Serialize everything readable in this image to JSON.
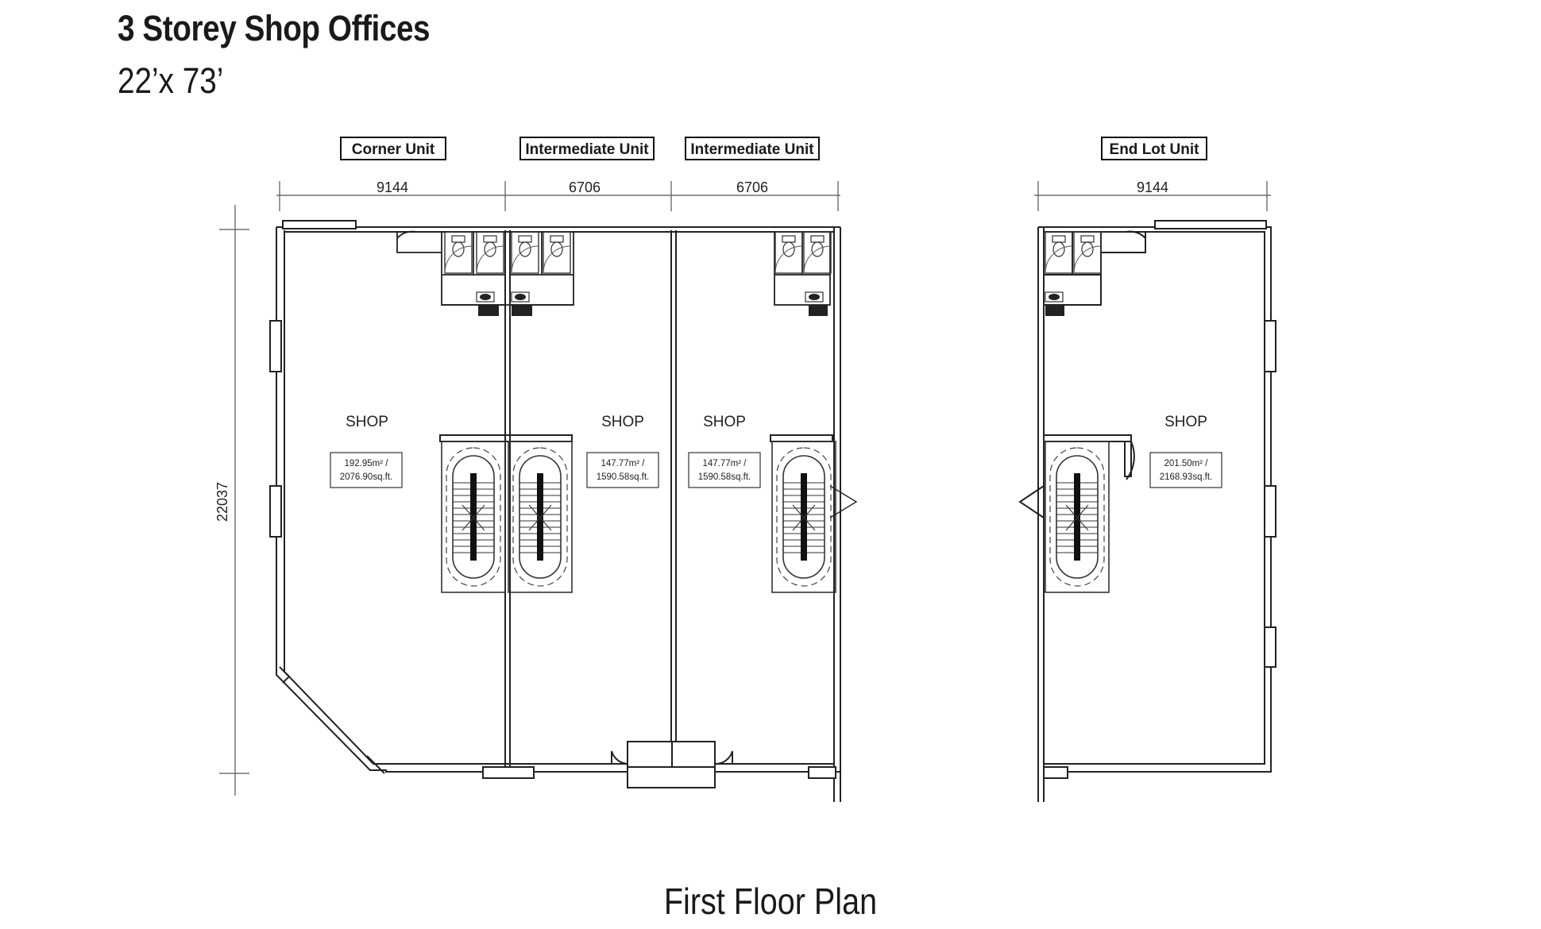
{
  "header": {
    "title": "3 Storey Shop Offices",
    "subtitle": "22’x 73’"
  },
  "unit_labels": {
    "corner": "Corner Unit",
    "intermediate_1": "Intermediate Unit",
    "intermediate_2": "Intermediate Unit",
    "end_lot": "End Lot Unit"
  },
  "dimensions": {
    "corner_width": "9144",
    "intermediate_1_width": "6706",
    "intermediate_2_width": "6706",
    "end_lot_width": "9144",
    "depth": "22037"
  },
  "rooms": {
    "corner": {
      "name": "SHOP",
      "area_m2": "192.95m² /",
      "area_sqft": "2076.90sq.ft."
    },
    "intermediate_1": {
      "name": "SHOP",
      "area_m2": "147.77m² /",
      "area_sqft": "1590.58sq.ft."
    },
    "intermediate_2": {
      "name": "SHOP",
      "area_m2": "147.77m² /",
      "area_sqft": "1590.58sq.ft."
    },
    "end_lot": {
      "name": "SHOP",
      "area_m2": "201.50m² /",
      "area_sqft": "2168.93sq.ft."
    }
  },
  "footer": {
    "caption": "First Floor Plan"
  }
}
